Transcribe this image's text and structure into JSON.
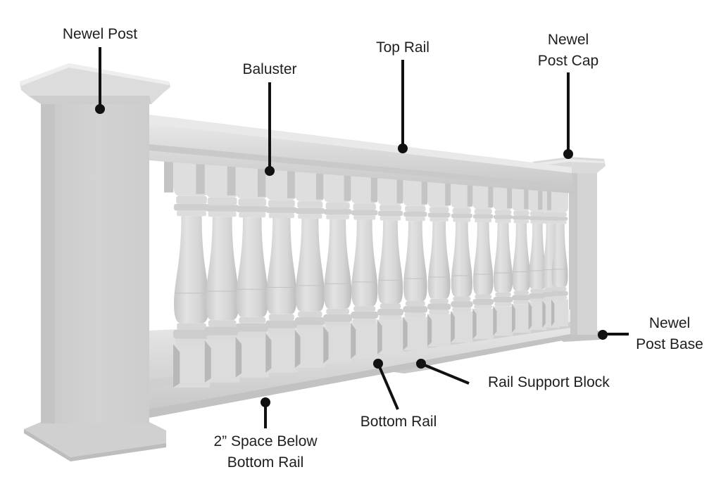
{
  "diagram": {
    "subject": "Balustrade railing system",
    "colors": {
      "background": "#ffffff",
      "material_light": "#e6e6e6",
      "material_mid": "#d3d3d3",
      "material_shadow": "#bdbdbd",
      "material_dark": "#a9a9a9",
      "callout": "#111111",
      "text": "#1e1e1e"
    },
    "baluster_count": 17,
    "labels": {
      "newel_post": {
        "lines": [
          "Newel Post"
        ]
      },
      "baluster": {
        "lines": [
          "Baluster"
        ]
      },
      "top_rail": {
        "lines": [
          "Top Rail"
        ]
      },
      "newel_post_cap": {
        "lines": [
          "Newel",
          "Post Cap"
        ]
      },
      "newel_post_base": {
        "lines": [
          "Newel",
          "Post Base"
        ]
      },
      "rail_support_block": {
        "lines": [
          "Rail Support Block"
        ]
      },
      "bottom_rail": {
        "lines": [
          "Bottom Rail"
        ]
      },
      "space_below_bottom_rail": {
        "lines": [
          "2” Space Below",
          "Bottom Rail"
        ]
      }
    }
  }
}
